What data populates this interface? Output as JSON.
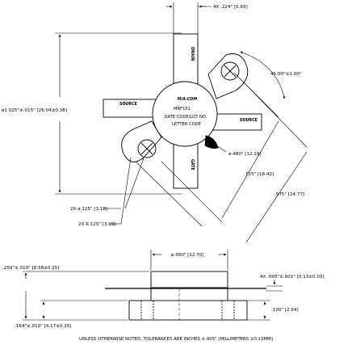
{
  "labels": {
    "lead_width": "4X .224\" [5.69]",
    "angle": "45.00°±1.00°",
    "overall_dia": "ø1.025\"±.015\" [26.04±0.38]",
    "hole_dia": "ø.480\" [12.19]",
    "span_725": ".725\" [18.42]",
    "span_975": ".975\" [24.77]",
    "hole_125": "2X ø.125\" [3.18]",
    "radius_125": "2X R.125\" [3.18]",
    "cap_dia": "ø.500\" [12.70]",
    "height_259": ".259\"±.010\" [6.58±0.25]",
    "lead_thk": "4X .005\"±.001\" [0.13±0.03]",
    "flange_100": ".100\" [2.54]",
    "flange_164": ".164\"±.010\" [4.17±0.25]"
  },
  "body": {
    "logo": "M/A-COM",
    "part": "MRF151",
    "line2": "DATE CODE/LOT NO.",
    "line3": "LETTER CODE"
  },
  "leads": {
    "source_left": "SOURCE",
    "source_right": "SOURCE",
    "drain": "DRAIN",
    "gate": "GATE"
  },
  "footnote": "UNLESS OTHERWISE NOTED, TOLERANCES ARE INCHES ±.005\" [MILLIMETERS ±0.13MM]"
}
